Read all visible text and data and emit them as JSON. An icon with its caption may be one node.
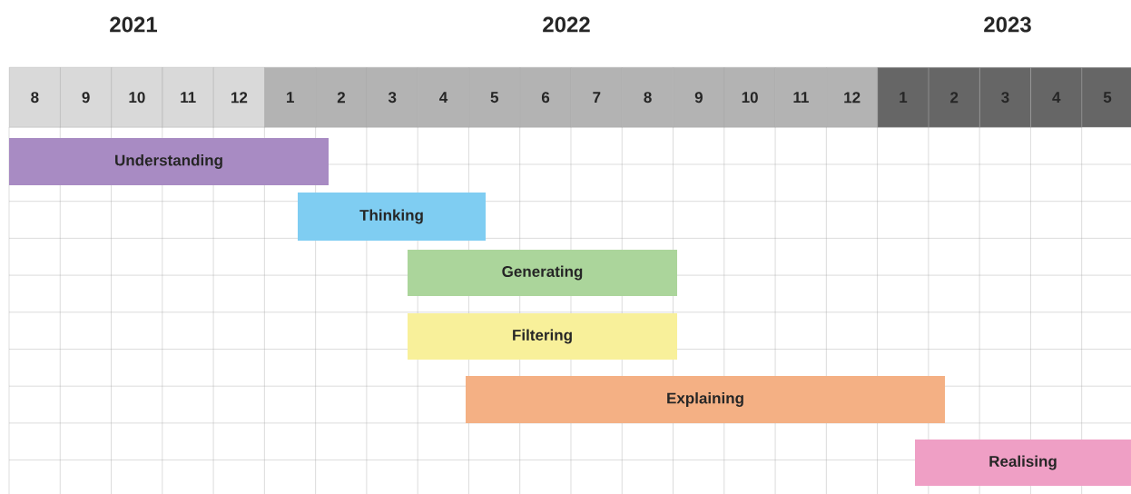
{
  "diagram": {
    "nodes": [
      {
        "text": [
          "Understanding"
        ]
      },
      {
        "text": [
          "Thinking"
        ]
      },
      {
        "text": [
          "Generating"
        ]
      },
      {
        "text": [
          "Filtering"
        ]
      },
      {
        "text": [
          "Explaining"
        ]
      },
      {
        "text": [
          "Realising"
        ]
      }
    ],
    "labels": [
      "2021",
      "2022",
      "2023",
      "8",
      "9",
      "10",
      "11",
      "12",
      "1",
      "2",
      "3",
      "4",
      "5",
      "6",
      "7",
      "8",
      "9",
      "10",
      "11",
      "12",
      "1",
      "2",
      "3",
      "4",
      "5"
    ]
  }
}
